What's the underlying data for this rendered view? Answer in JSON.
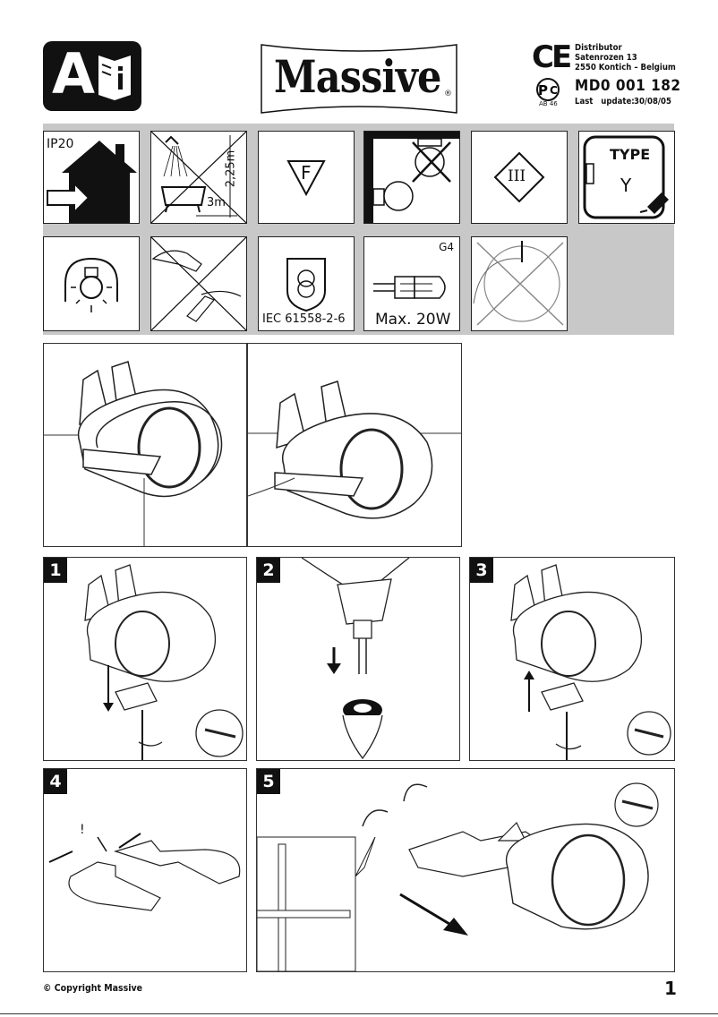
{
  "header": {
    "brand": "Massive",
    "registered": "®",
    "manual_badge_letter": "A",
    "ce_mark": "CE",
    "distributor_label": "Distributor",
    "distributor_street": "Satenrozen 13",
    "distributor_city": "2550 Kontich – Belgium",
    "gost_code": "AB 46",
    "model_number": "MD0 001 182",
    "last_update_label": "Last   update:",
    "last_update_date": "30/08/05"
  },
  "symbols": {
    "ip_rating": "IP20",
    "bath_height": "2,25m",
    "bath_width": "3m",
    "f_mark": "F",
    "class_mark": "III",
    "type_label": "TYPE",
    "type_value": "Y",
    "bulb_socket": "G4",
    "iec_standard": "IEC 61558-2-6",
    "max_power": "Max. 20W"
  },
  "steps": [
    "1",
    "2",
    "3",
    "4",
    "5"
  ],
  "step4_exclaim": "!",
  "footer": {
    "copyright": "© Copyright Massive",
    "page_number": "1"
  }
}
